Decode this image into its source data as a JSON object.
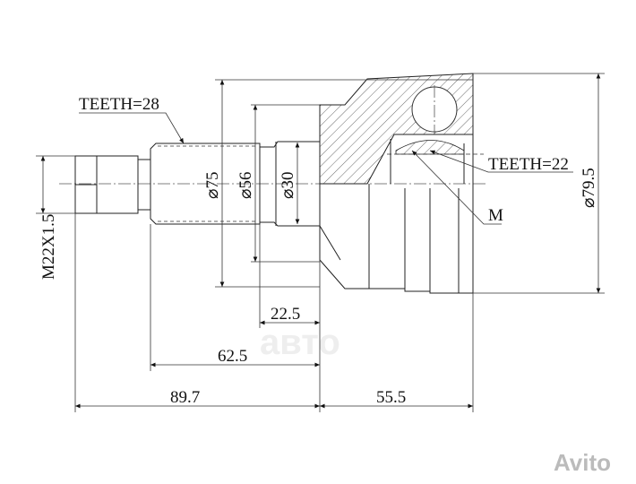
{
  "labels": {
    "teeth_shaft": "TEETH=28",
    "teeth_inner": "TEETH=22",
    "marker": "M",
    "thread": "M22X1.5",
    "dia_75": "⌀75",
    "dia_56": "⌀56",
    "dia_30": "⌀30",
    "dia_79_5": "⌀79.5",
    "len_22_5": "22.5",
    "len_62_5": "62.5",
    "len_89_7": "89.7",
    "len_55_5": "55.5"
  },
  "watermarks": {
    "center": "авто",
    "brand": "Avito"
  }
}
